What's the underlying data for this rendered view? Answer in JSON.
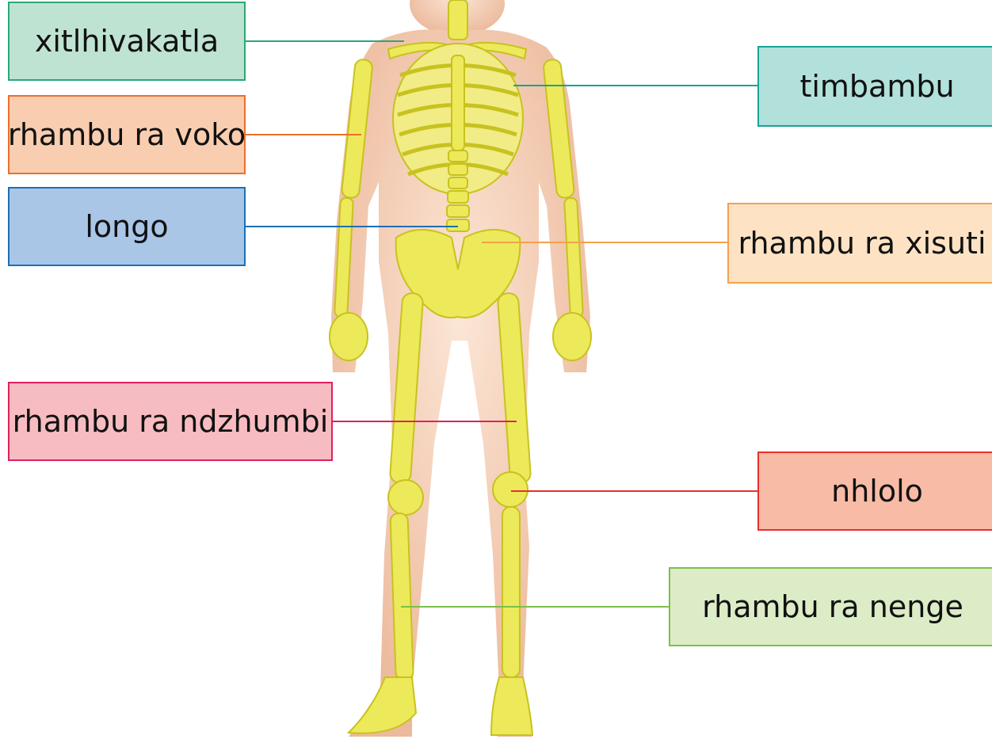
{
  "labels": {
    "xitlhivakatla": "xitlhivakatla",
    "rhambu_ra_voko": "rhambu ra voko",
    "longo": "longo",
    "rhambu_ra_ndzhumbi": "rhambu ra ndzhumbi",
    "timbambu": "timbambu",
    "rhambu_ra_xisuti": "rhambu ra xisuti",
    "nhlolo": "nhlolo",
    "rhambu_ra_nenge": "rhambu ra nenge"
  },
  "colors": {
    "xitlhivakatla": {
      "fill": "#bfe3d2",
      "stroke": "#2aa876"
    },
    "rhambu_ra_voko": {
      "fill": "#f9cdb0",
      "stroke": "#ec6f2a"
    },
    "longo": {
      "fill": "#a9c6e7",
      "stroke": "#1c6fb5"
    },
    "rhambu_ra_ndzhumbi": {
      "fill": "#f7bcc1",
      "stroke": "#e0215b"
    },
    "timbambu": {
      "fill": "#b2e1dc",
      "stroke": "#16a398"
    },
    "rhambu_ra_xisuti": {
      "fill": "#fde3c4",
      "stroke": "#f5a14c"
    },
    "nhlolo": {
      "fill": "#f8bba6",
      "stroke": "#e8302b"
    },
    "rhambu_ra_nenge": {
      "fill": "#dcecc6",
      "stroke": "#7cc04a"
    },
    "skin": "#f3c7a6",
    "bone": "#ecea5a"
  }
}
